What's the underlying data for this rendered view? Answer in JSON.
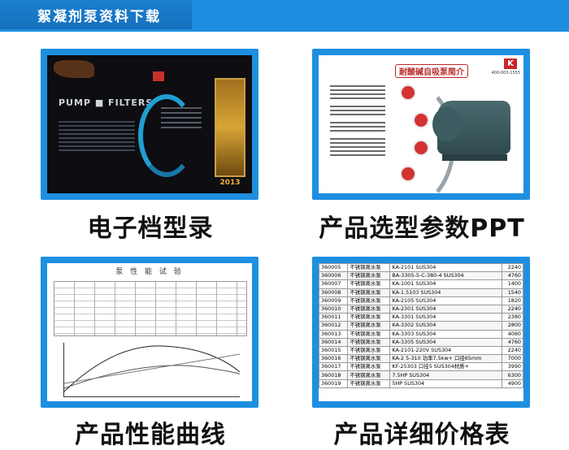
{
  "header": {
    "title": "絮凝剂泵资料下载"
  },
  "cards": [
    {
      "caption": "电子档型录",
      "catalog": {
        "brand": "PUMP ■ FILTERS",
        "year": "2013"
      }
    },
    {
      "caption": "产品选型参数PPT",
      "ppt": {
        "title": "耐酸碱自吸泵简介",
        "logo": "K",
        "phone": "400-003-1555"
      }
    },
    {
      "caption": "产品性能曲线",
      "curve": {
        "title": "泵 性 能 试 验"
      }
    },
    {
      "caption": "产品详细价格表",
      "price": {
        "rows": [
          [
            "360005",
            "不锈钢离水泵",
            "KA-2101 SUS304",
            "2240"
          ],
          [
            "360006",
            "不锈钢离水泵",
            "BA-3305-5-C-380-4 SUS304",
            "4760"
          ],
          [
            "360007",
            "不锈钢离水泵",
            "KA-1001 SUS304",
            "1400"
          ],
          [
            "360008",
            "不锈钢离水泵",
            "KA-1.5103 SUS304",
            "1540"
          ],
          [
            "360009",
            "不锈钢离水泵",
            "KA-2105 SUS304",
            "1820"
          ],
          [
            "360010",
            "不锈钢离水泵",
            "KA-2301 SUS304",
            "2240"
          ],
          [
            "360011",
            "不锈钢离水泵",
            "KA-3301 SUS304",
            "2380"
          ],
          [
            "360012",
            "不锈钢离水泵",
            "KA-3302 SUS304",
            "2800"
          ],
          [
            "360013",
            "不锈钢离水泵",
            "KA-3303 SUS304",
            "4060"
          ],
          [
            "360014",
            "不锈钢离水泵",
            "KA-3305 SUS304",
            "4760"
          ],
          [
            "360015",
            "不锈钢离水泵",
            "KA-2101-220V SUS304",
            "2240"
          ],
          [
            "360016",
            "不锈钢离水泵",
            "KA-2 5-310 功率7.5kw+ 口径65mm",
            "7000"
          ],
          [
            "360017",
            "不锈钢离水泵",
            "KF-25303 口径5 SUS304材质+",
            "3990"
          ],
          [
            "360018",
            "不锈钢离水泵",
            "7.5HP SUS304",
            "6300"
          ],
          [
            "360019",
            "不锈钢离水泵",
            "5HP SUS304",
            "4900"
          ]
        ]
      }
    }
  ]
}
